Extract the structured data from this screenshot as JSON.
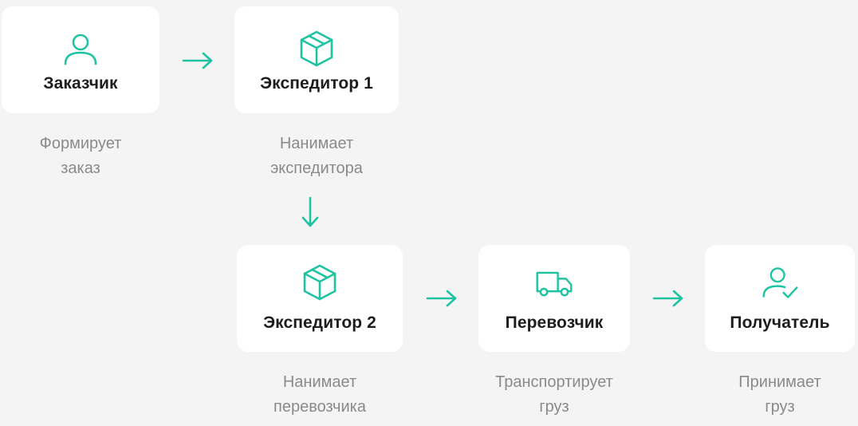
{
  "accent_color": "#1ec3a2",
  "nodes": {
    "customer": {
      "label": "Заказчик",
      "icon": "user-icon",
      "caption_line1": "Формирует",
      "caption_line2": "заказ"
    },
    "forwarder1": {
      "label": "Экспедитор 1",
      "icon": "box-icon",
      "caption_line1": "Нанимает",
      "caption_line2": "экспедитора"
    },
    "forwarder2": {
      "label": "Экспедитор 2",
      "icon": "box-icon",
      "caption_line1": "Нанимает",
      "caption_line2": "перевозчика"
    },
    "carrier": {
      "label": "Перевозчик",
      "icon": "truck-icon",
      "caption_line1": "Транспортирует",
      "caption_line2": "груз"
    },
    "recipient": {
      "label": "Получатель",
      "icon": "user-check-icon",
      "caption_line1": "Принимает",
      "caption_line2": "груз"
    }
  },
  "edges": [
    {
      "from": "customer",
      "to": "forwarder1",
      "direction": "right"
    },
    {
      "from": "forwarder1",
      "to": "forwarder2",
      "direction": "down"
    },
    {
      "from": "forwarder2",
      "to": "carrier",
      "direction": "right"
    },
    {
      "from": "carrier",
      "to": "recipient",
      "direction": "right"
    }
  ]
}
